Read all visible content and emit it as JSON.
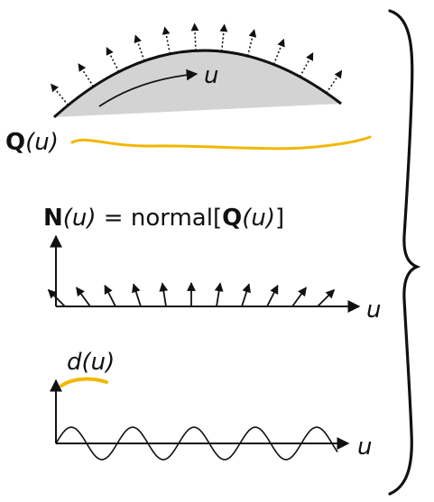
{
  "colors": {
    "ink": "#111111",
    "patch_fill": "#d3d3d3",
    "highlight": "#f2b700"
  },
  "top_panel": {
    "param_label": "u",
    "curve_label_bold": "Q",
    "curve_label_arg": "(u)"
  },
  "normal_panel": {
    "title_bold": "N",
    "title_arg": "(u)",
    "title_eq": " = normal[",
    "title_bold2": "Q",
    "title_arg2": "(u)",
    "title_close": "]",
    "axis_label": "u"
  },
  "displacement_panel": {
    "title_func": "d",
    "title_arg": "(u)",
    "axis_label": "u"
  },
  "icons": [
    "normal-arrow-icon",
    "right-brace-icon"
  ]
}
